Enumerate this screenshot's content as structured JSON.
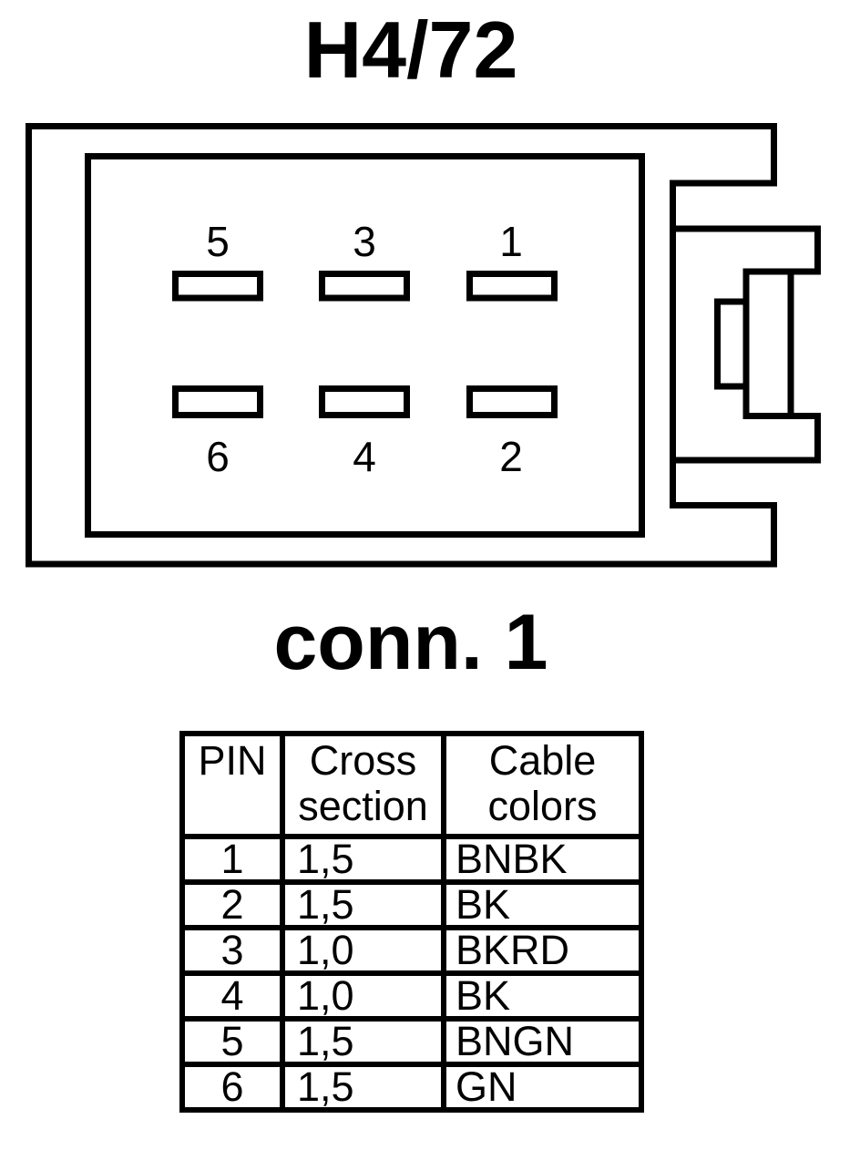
{
  "titles": {
    "main": "H4/72",
    "connector": "conn. 1"
  },
  "connector": {
    "pin_labels": [
      "5",
      "3",
      "1",
      "6",
      "4",
      "2"
    ]
  },
  "table": {
    "headers": [
      "PIN",
      "Cross section",
      "Cable colors"
    ],
    "rows": [
      [
        "1",
        "1,5",
        "BNBK"
      ],
      [
        "2",
        "1,5",
        "BK"
      ],
      [
        "3",
        "1,0",
        "BKRD"
      ],
      [
        "4",
        "1,0",
        "BK"
      ],
      [
        "5",
        "1,5",
        "BNGN"
      ],
      [
        "6",
        "1,5",
        "GN"
      ]
    ]
  },
  "colors": {
    "ink": "#000000",
    "background": "#ffffff"
  }
}
